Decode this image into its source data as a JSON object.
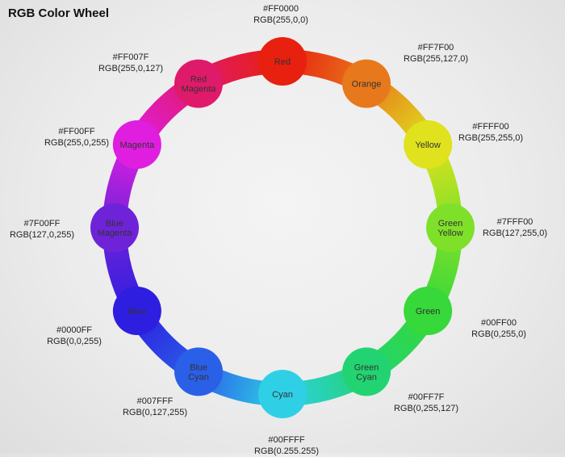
{
  "title": "RGB Color Wheel",
  "wheel": {
    "nodes": [
      {
        "label": "Red",
        "hex": "#FF0000",
        "rgb": "RGB(255,0,0)",
        "fill": "#e8200f"
      },
      {
        "label": "Orange",
        "hex": "#FF7F00",
        "rgb": "RGB(255,127,0)",
        "fill": "#e8781c"
      },
      {
        "label": "Yellow",
        "hex": "#FFFF00",
        "rgb": "RGB(255,255,0)",
        "fill": "#dfe21c"
      },
      {
        "label": "Green\nYellow",
        "hex": "#7FFF00",
        "rgb": "RGB(127,255,0)",
        "fill": "#7fe02a"
      },
      {
        "label": "Green",
        "hex": "#00FF00",
        "rgb": "RGB(0,255,0)",
        "fill": "#36d83a"
      },
      {
        "label": "Green\nCyan",
        "hex": "#00FF7F",
        "rgb": "RGB(0,255,127)",
        "fill": "#22d471"
      },
      {
        "label": "Cyan",
        "hex": "#00FFFF",
        "rgb": "RGB(0,255,255)",
        "fill": "#2fd0e6"
      },
      {
        "label": "Blue\nCyan",
        "hex": "#007FFF",
        "rgb": "RGB(0,127,255)",
        "fill": "#2a5fe8"
      },
      {
        "label": "Blue",
        "hex": "#0000FF",
        "rgb": "RGB(0,0,255)",
        "fill": "#2d1ee0"
      },
      {
        "label": "Blue\nMagenta",
        "hex": "#7F00FF",
        "rgb": "RGB(127,0,255)",
        "fill": "#6e23d8"
      },
      {
        "label": "Magenta",
        "hex": "#FF00FF",
        "rgb": "RGB(255,0,255)",
        "fill": "#e01ee0"
      },
      {
        "label": "Red\nMagenta",
        "hex": "#FF007F",
        "rgb": "RGB(255,0,127)",
        "fill": "#e01a6a"
      }
    ],
    "annotations": [
      {
        "line1": "#FF0000",
        "line2": "RGB(255,0,0)"
      },
      {
        "line1": "#FF7F00",
        "line2": "RGB(255,127,0)"
      },
      {
        "line1": "#FFFF00",
        "line2": "RGB(255,255,0)"
      },
      {
        "line1": "#7FFF00",
        "line2": "RGB(127,255,0)"
      },
      {
        "line1": "#00FF00",
        "line2": "RGB(0,255,0)"
      },
      {
        "line1": "#00FF7F",
        "line2": "RGB(0,255,127)"
      },
      {
        "line1": "#00FFFF",
        "line2": "RGB(0.255.255)"
      },
      {
        "line1": "#007FFF",
        "line2": "RGB(0,127,255)"
      },
      {
        "line1": "#0000FF",
        "line2": "RGB(0,0,255)"
      },
      {
        "line1": "#7F00FF",
        "line2": "RGB(127,0,255)"
      },
      {
        "line1": "#FF00FF",
        "line2": "RGB(255,0,255)"
      },
      {
        "line1": "#FF007F",
        "line2": "RGB(255,0,127)"
      }
    ]
  }
}
